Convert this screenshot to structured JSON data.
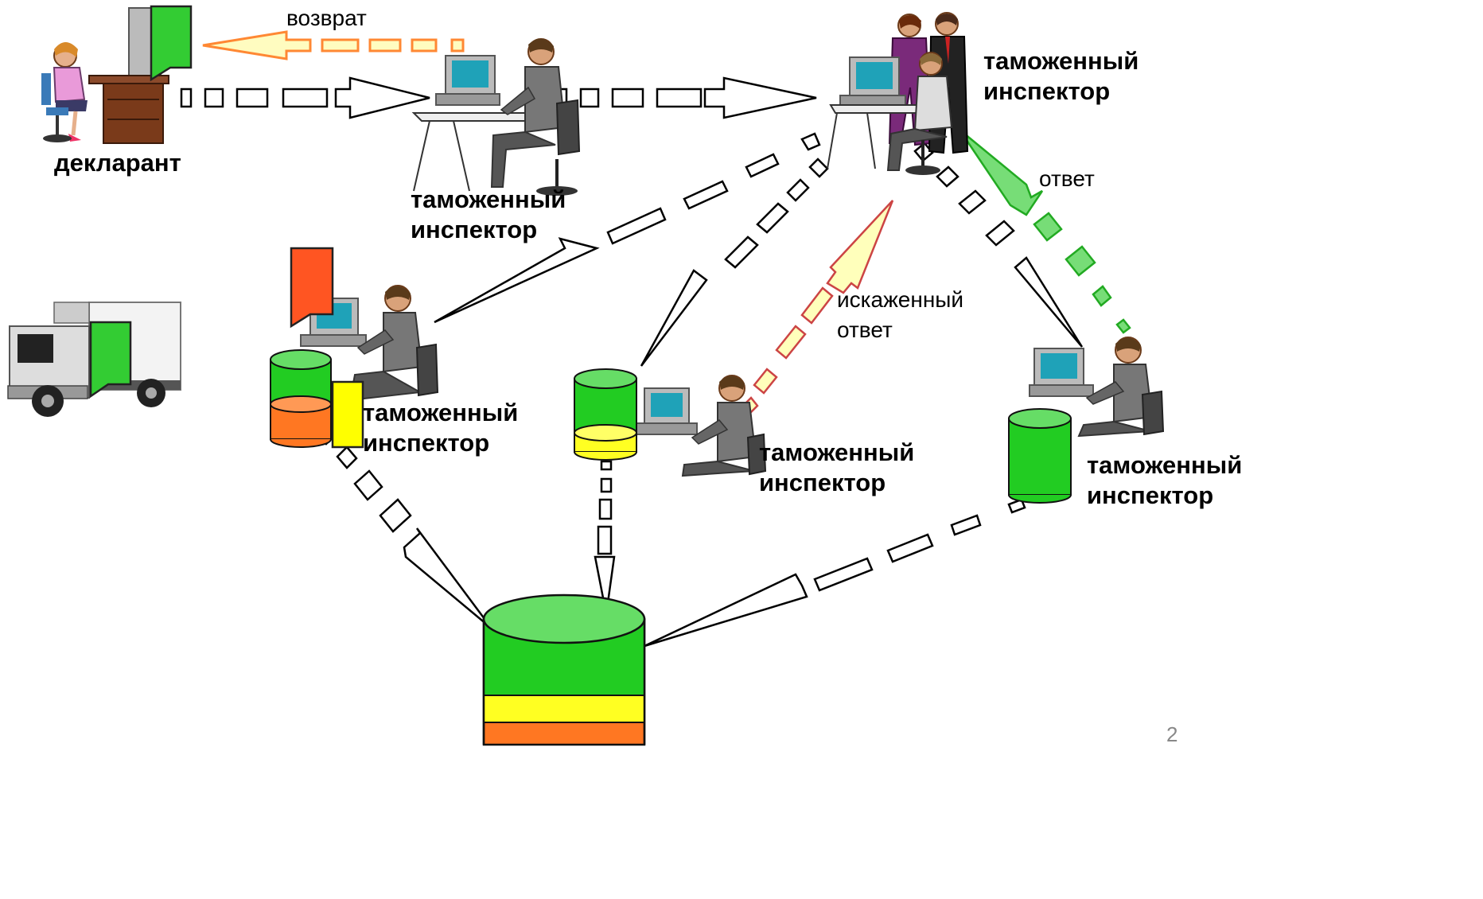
{
  "labels": {
    "declarant": "декларант",
    "return_label": "возврат",
    "answer_label": "ответ",
    "distorted_answer_label": "искаженный\nответ",
    "inspector_1": "таможенный\nинспектор",
    "inspector_2": "таможенный\nинспектор",
    "inspector_3": "таможенный\nинспектор",
    "inspector_4": "таможенный\nинспектор",
    "inspector_5": "таможенный\nинспектор"
  },
  "page_number": "2",
  "colors": {
    "db_green": "#22cc22",
    "db_top": "#66dd66",
    "db_yellow": "#ffff22",
    "db_orange": "#ff6600",
    "return_arrow": "#ff9933",
    "answer_arrow": "#33cc33",
    "distorted_arrow": "#cc3333",
    "doc_green": "#33cc33",
    "doc_red": "#ff5522",
    "doc_yellow": "#ffff00"
  },
  "icons": [
    "declarant-person-icon",
    "inspector-person-icon",
    "manager-group-icon",
    "truck-icon",
    "database-icon",
    "document-icon"
  ]
}
